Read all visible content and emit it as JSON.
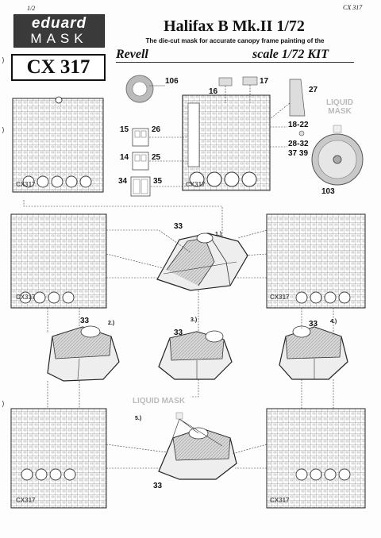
{
  "page_number": "1/2",
  "doc_id": "CX 317",
  "logo": {
    "brand": "eduard",
    "product": "MASK"
  },
  "code": "CX 317",
  "title": "Halifax B Mk.II 1/72",
  "subtitle": "The die-cut mask for accurate canopy frame painting of the",
  "kit_maker": "Revell",
  "kit_scale": "scale 1/72 KIT",
  "liquid_mask_label": "LIQUID MASK",
  "sheet_label": "CX317",
  "part_numbers": {
    "p106": "106",
    "p16": "16",
    "p17": "17",
    "p27": "27",
    "p15": "15",
    "p26": "26",
    "p14": "14",
    "p25": "25",
    "p34": "34",
    "p35": "35",
    "p18_22": "18-22",
    "p28_32": "28-32",
    "p37_39": "37 39",
    "p103": "103"
  },
  "steps": [
    "1.)",
    "2.)",
    "3.)",
    "4.)",
    "5.)"
  ],
  "part_33": "33"
}
